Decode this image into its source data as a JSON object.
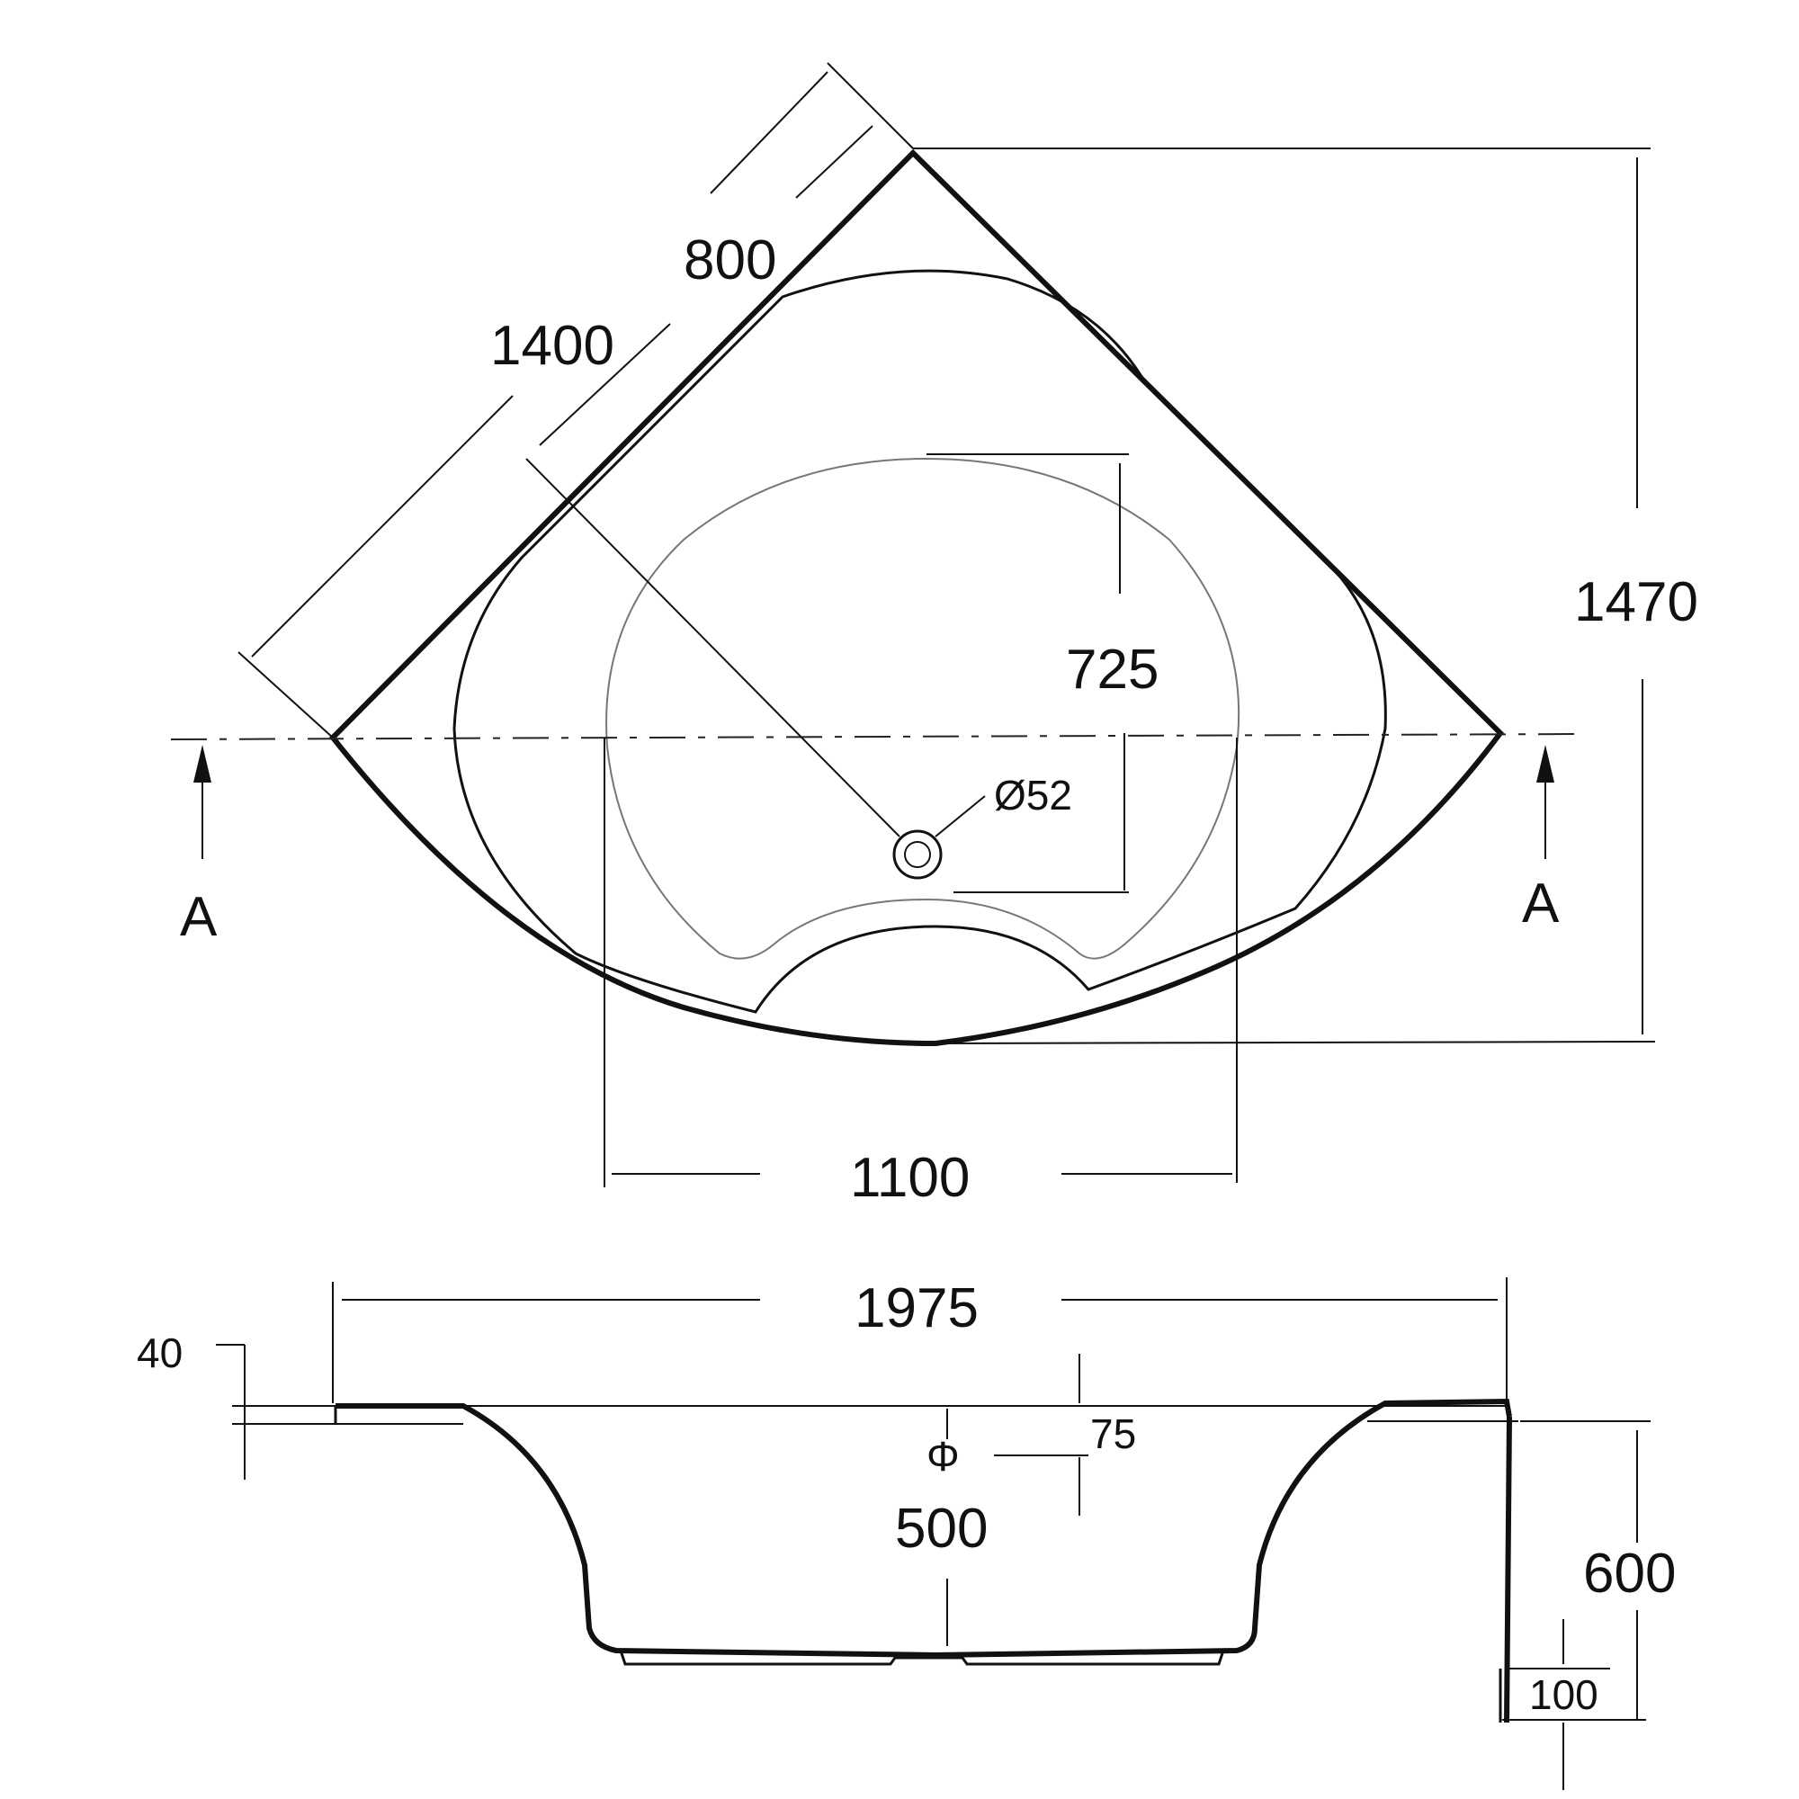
{
  "top_view": {
    "dims": {
      "side_800": "800",
      "side_1400": "1400",
      "depth_725": "725",
      "drain_dia": "Ø52",
      "width_1100": "1100",
      "height_1470": "1470"
    },
    "section_marker_left": "A",
    "section_marker_right": "A"
  },
  "section_view": {
    "dims": {
      "overall_1975": "1975",
      "rim_40": "40",
      "step_75": "75",
      "drain_symbol": "Φ",
      "depth_500": "500",
      "height_600": "600",
      "feet_100": "100"
    }
  }
}
